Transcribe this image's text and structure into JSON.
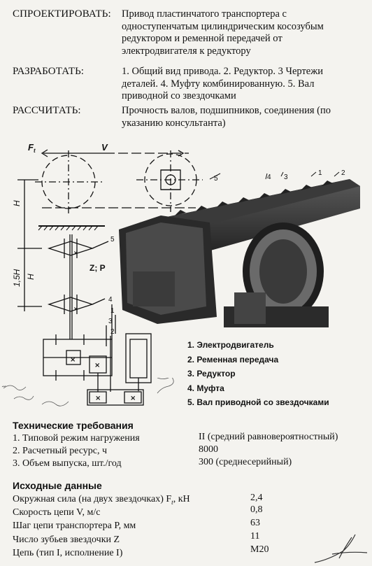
{
  "header": {
    "design_label": "СПРОЕКТИРОВАТЬ:",
    "design_lines": [
      "Привод пластинчатого транспортера с",
      "одноступенчатым цилиндрическим косозубым",
      "редуктором и ременной передачей от",
      "электродвигателя к редуктору"
    ],
    "develop_label": "РАЗРАБОТАТЬ:",
    "develop_lines": [
      "1. Общий вид привода. 2. Редуктор. 3 Чертежи",
      "деталей. 4. Муфту комбинированную. 5. Вал",
      "приводной со звездочками"
    ],
    "calc_label": "РАССЧИТАТЬ:",
    "calc_lines": [
      "Прочность валов, подшипников, соединения (по",
      "указанию консультанта)"
    ]
  },
  "diagram": {
    "ft_label": "F",
    "ft_sub": "t",
    "v_label": "V",
    "h_label": "H",
    "h15_label": "1,5H",
    "h2_label": "H",
    "zp_label": "Z; P",
    "callouts": [
      "5",
      "4",
      "1",
      "3",
      "2"
    ],
    "photo_callouts": [
      "5",
      "4",
      "3",
      "1",
      "2"
    ]
  },
  "legend": [
    "1. Электродвигатель",
    "2. Ременная передача",
    "3. Редуктор",
    "4. Муфта",
    "5. Вал приводной со звездочками"
  ],
  "tech": {
    "title": "Технические требования",
    "rows": [
      {
        "label": "1. Типовой режим нагружения",
        "value": "II (средний равновероятностный)"
      },
      {
        "label": "2. Расчетный ресурс, ч",
        "value": "8000"
      },
      {
        "label": "3. Объем выпуска, шт./год",
        "value": "300 (среднесерийный)"
      }
    ]
  },
  "input": {
    "title": "Исходные данные",
    "rows": [
      {
        "label": "Окружная сила (на двух звездочках)  F",
        "sym_sub": "t",
        "unit": ", кН",
        "value": "2,4"
      },
      {
        "label": "Скорость цепи V, м/с",
        "value": "0,8"
      },
      {
        "label": "Шаг цепи транспортера P, мм",
        "value": "63"
      },
      {
        "label": "Число зубьев звездочки Z",
        "value": "11"
      },
      {
        "label": "Цепь (тип I, исполнение I)",
        "value": "M20"
      }
    ]
  }
}
